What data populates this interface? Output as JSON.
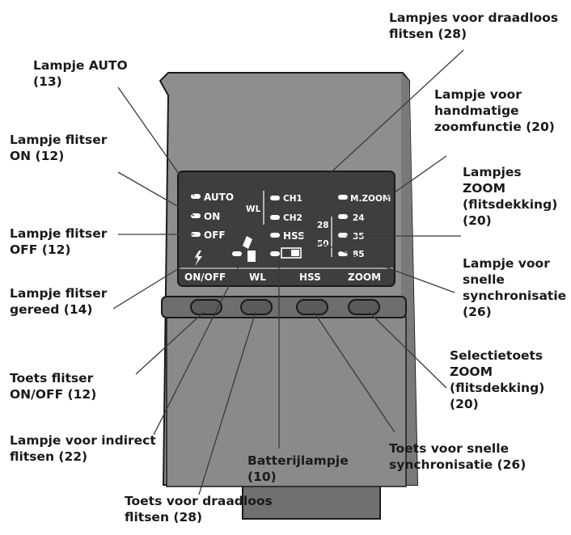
{
  "diagram": {
    "panel": {
      "leds_left": [
        "AUTO",
        "ON",
        "OFF"
      ],
      "wl": "WL",
      "channels": [
        "CH1",
        "CH2"
      ],
      "hss": "HSS",
      "mzoom": "M.ZOOM",
      "zoom_values": [
        "24",
        "35",
        "85"
      ],
      "bracket_values": [
        "28",
        "50"
      ]
    },
    "buttons": [
      "ON/OFF",
      "WL",
      "HSS",
      "ZOOM"
    ],
    "callouts": {
      "auto": "Lampje AUTO\n(13)",
      "on": "Lampje flitser\nON (12)",
      "off": "Lampje flitser\nOFF (12)",
      "ready": "Lampje flitser\ngereed (14)",
      "onoff_button": "Toets flitser\nON/OFF (12)",
      "bounce": "Lampje voor indirect\nflitsen (22)",
      "wireless_button": "Toets voor draadloos\nflitsen (28)",
      "battery": "Batterijlampje\n(10)",
      "hss_button": "Toets voor snelle\nsynchronisatie (26)",
      "wireless_leds": "Lampjes voor draadloos\nflitsen (28)",
      "mzoom": "Lampje voor\nhandmatige\nzoomfunctie (20)",
      "zoom_leds": "Lampjes\nZOOM\n(flitsdekking)\n(20)",
      "hss_led": "Lampje voor\nsnelle\nsynchronisatie\n(26)",
      "zoom_button": "Selectietoets\nZOOM\n(flitsdekking)\n(20)"
    }
  }
}
